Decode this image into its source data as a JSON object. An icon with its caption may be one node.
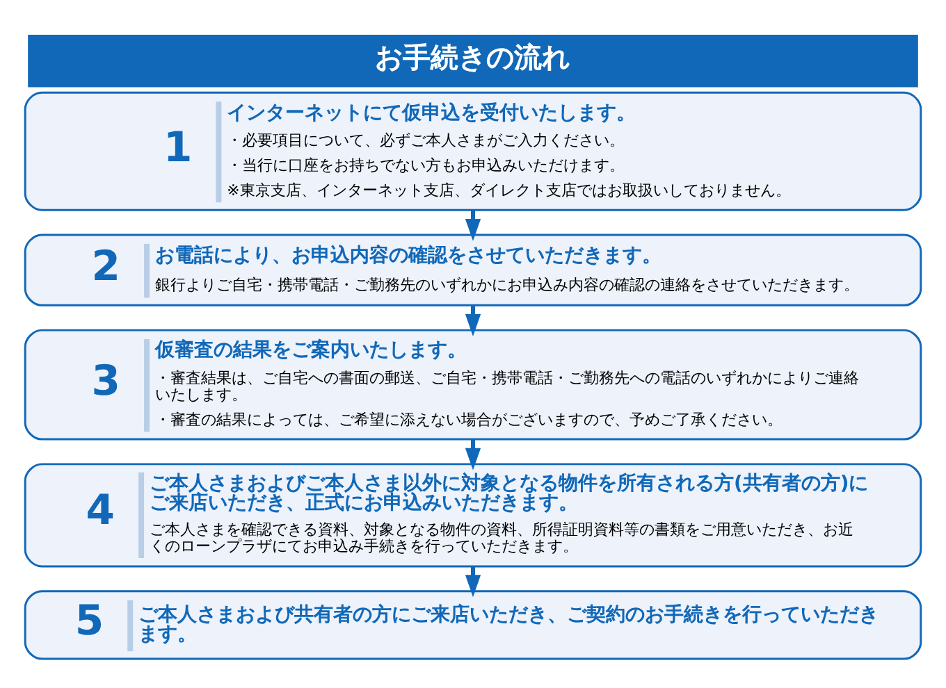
{
  "diagram": {
    "title": "お手続きの流れ",
    "nodes": [
      {
        "text": [
          "1",
          "インターネットにて仮申込を受付いたします。",
          "・必要項目について、必ずご本人さまがご入力ください。",
          "・当行に口座をお持ちでない方もお申込みいただけます。",
          "※東京支店、インターネット支店、ダイレクト支店ではお取扱いしておりません。"
        ]
      },
      {
        "text": [
          "2",
          "お電話により、お申込内容の確認をさせていただきます。",
          "銀行よりご自宅・携帯電話・ご勤務先のいずれかにお申込み内容の確認の連絡をさせていただきます。"
        ]
      },
      {
        "text": [
          "3",
          "仮審査の結果をご案内いたします。",
          "・審査結果は、ご自宅への書面の郵送、ご自宅・携帯電話・ご勤務先への電話のいずれかによりご連絡いたします。",
          "・審査の結果によっては、ご希望に添えない場合がございますので、予めご了承ください。"
        ]
      },
      {
        "text": [
          "4",
          "ご本人さまおよびご本人さま以外に対象となる物件を所有される方(共有者の方)にご来店いただき、正式にお申込みいただきます。",
          "ご本人さまを確認できる資料、対象となる物件の資料、所得証明資料等の書類をご用意いただき、お近くのローンプラザにてお申込み手続きを行っていただきます。"
        ]
      },
      {
        "text": [
          "5",
          "ご本人さまおよび共有者の方にご来店いただき、ご契約のお手続きを行っていただきます。"
        ]
      }
    ],
    "edges": [
      {
        "from": 0,
        "to": 1,
        "arrow": "to"
      },
      {
        "from": 1,
        "to": 2,
        "arrow": "to"
      },
      {
        "from": 2,
        "to": 3,
        "arrow": "to"
      },
      {
        "from": 3,
        "to": 4,
        "arrow": "to"
      }
    ]
  }
}
